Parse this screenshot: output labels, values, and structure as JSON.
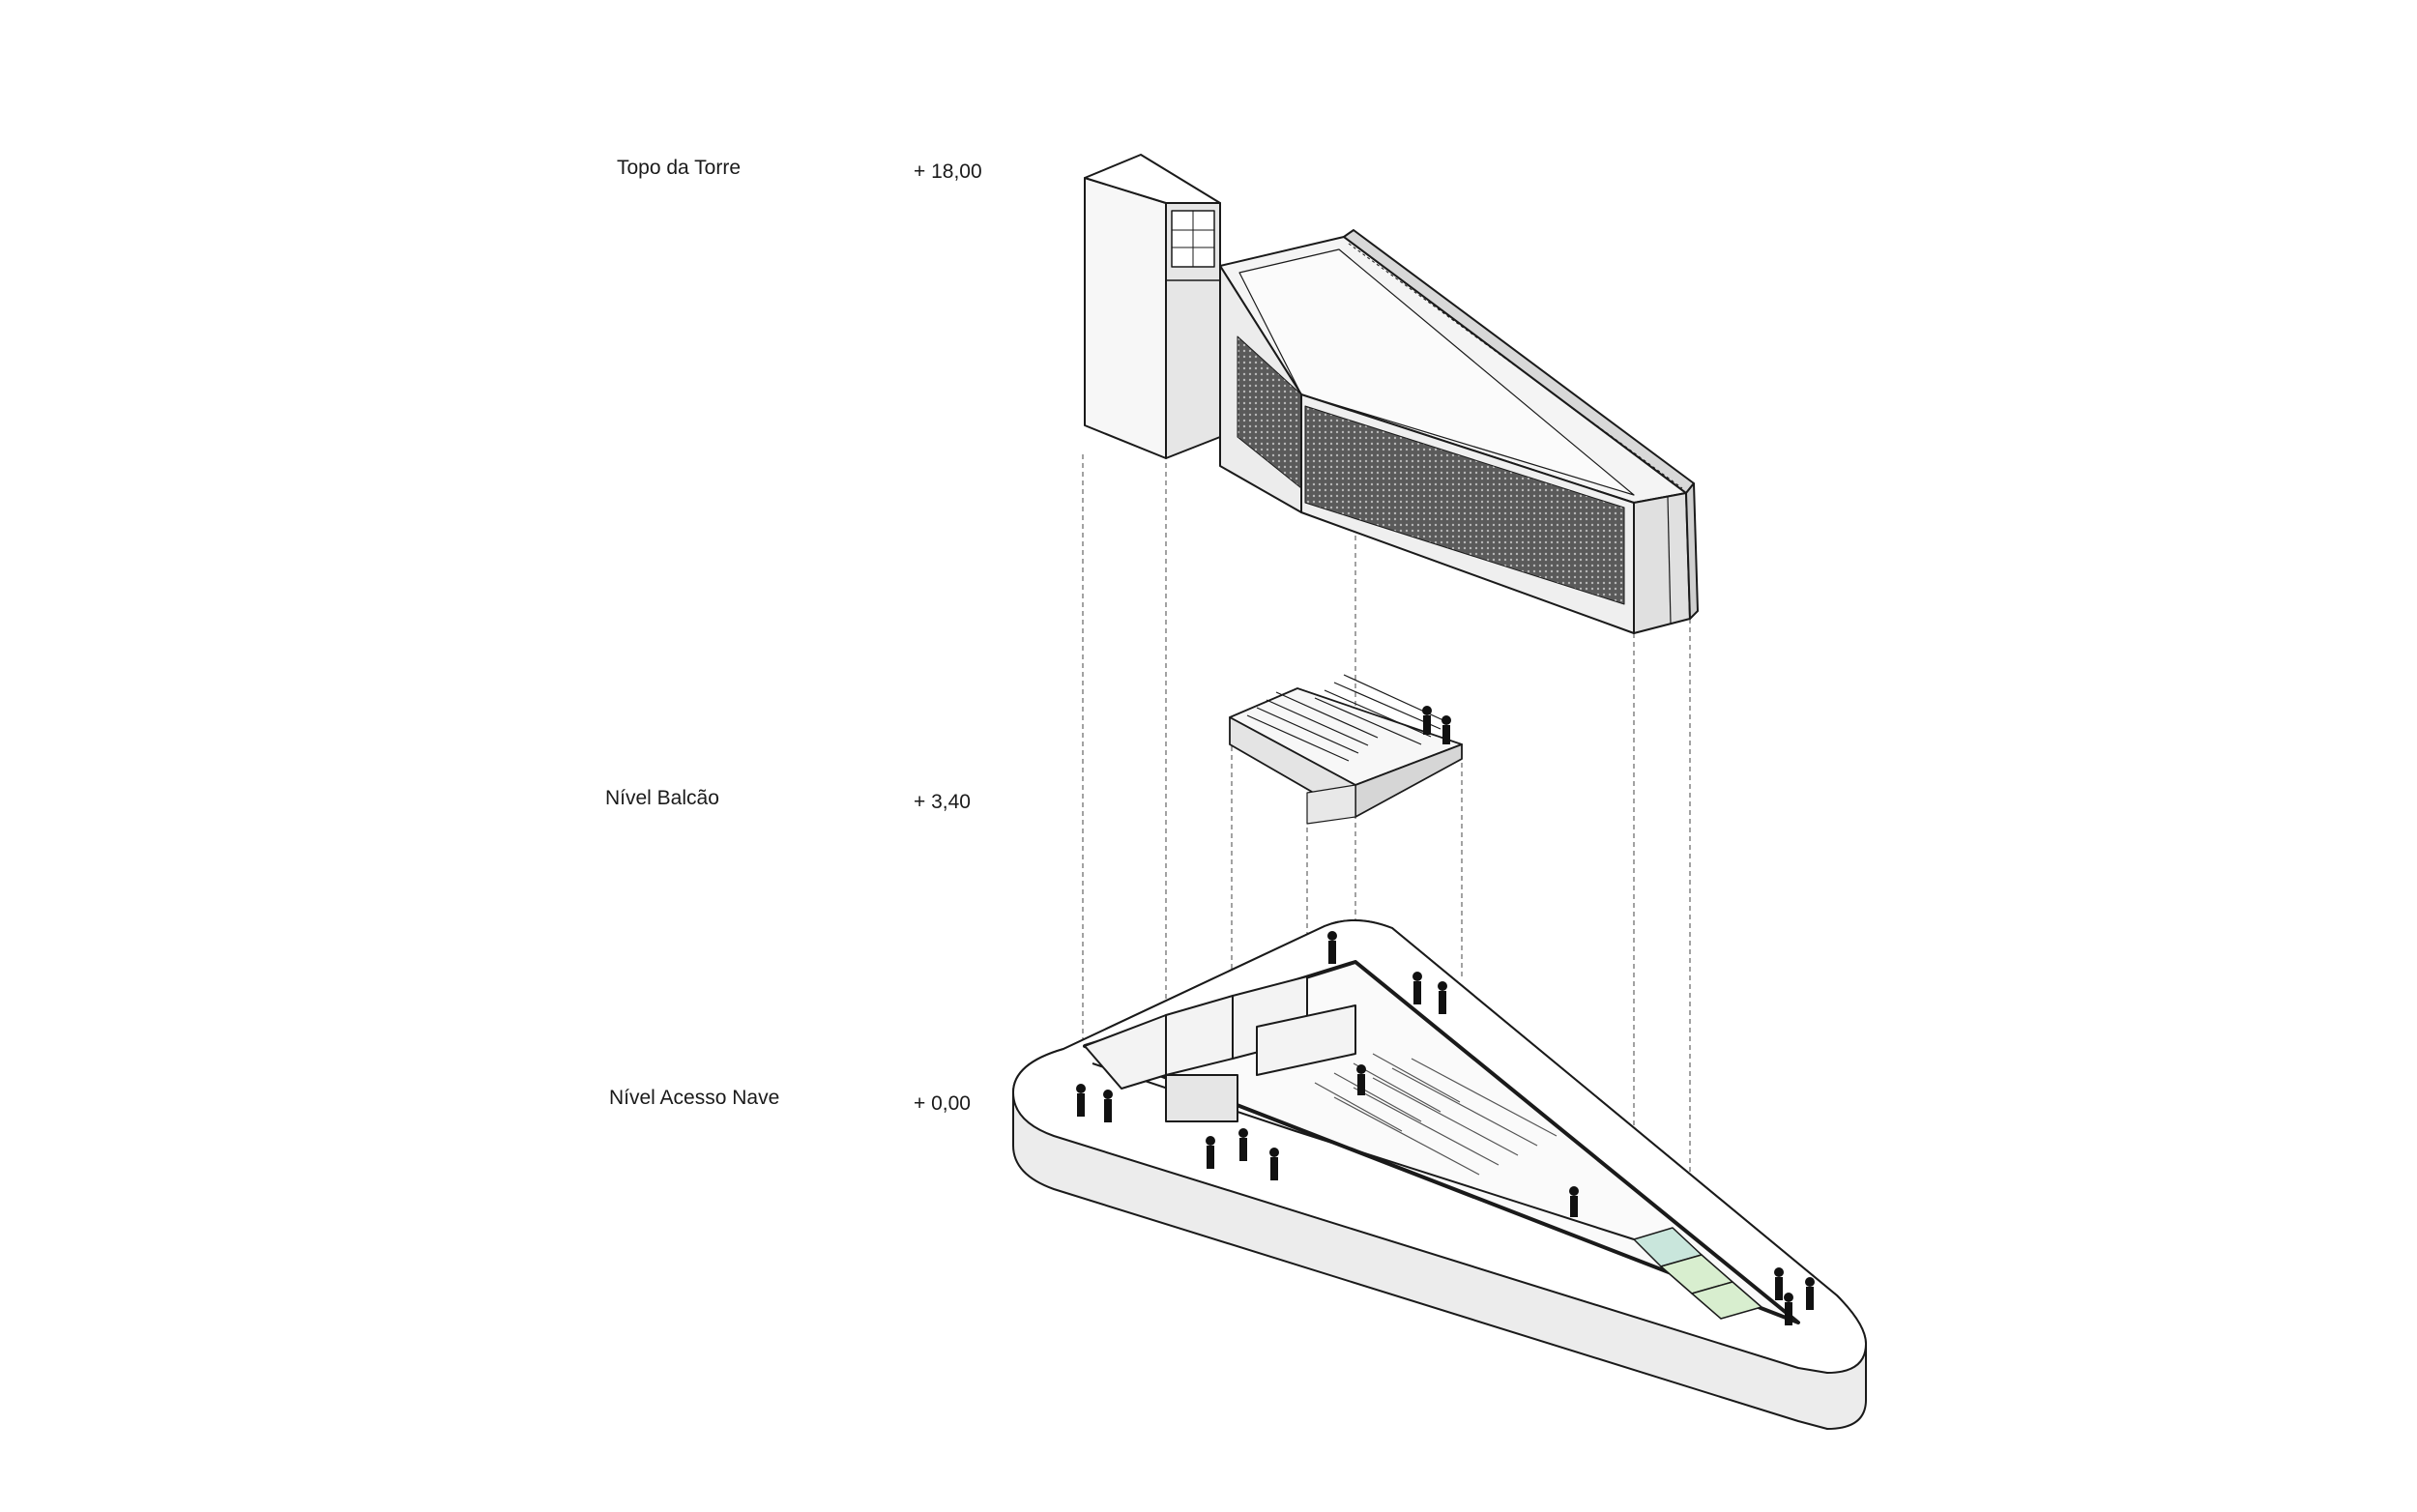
{
  "levels": [
    {
      "name": "Topo da Torre",
      "elevation": "+ 18,00"
    },
    {
      "name": "Nível Balcão",
      "elevation": "+ 3,40"
    },
    {
      "name": "Nível Acesso Nave",
      "elevation": "+ 0,00"
    }
  ],
  "colors": {
    "line": "#1a1a1a",
    "base_fill": "#f2f2f2",
    "wall_fill": "#e9e9e9",
    "perforated_panel": "#3a3a3a",
    "glass": "#c9e6dc"
  }
}
